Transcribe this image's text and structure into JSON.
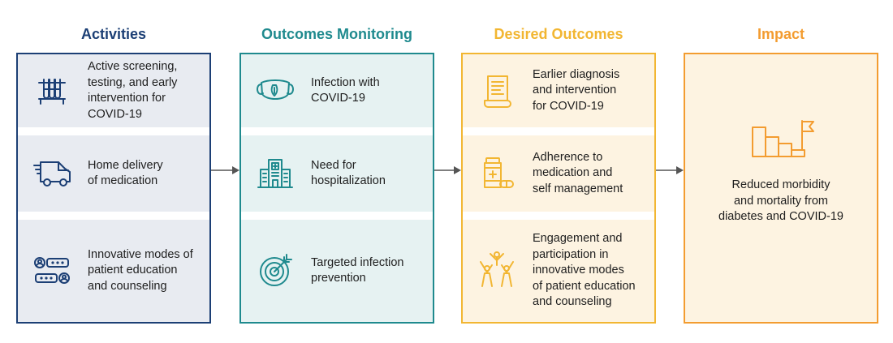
{
  "columns": [
    {
      "title": "Activities",
      "color": "#1c3f75",
      "items": [
        {
          "icon": "test-tubes-icon",
          "text": "Active screening,\ntesting, and early\nintervention for\nCOVID-19"
        },
        {
          "icon": "delivery-truck-icon",
          "text": "Home delivery\nof medication"
        },
        {
          "icon": "patient-chat-icon",
          "text": "Innovative modes of\npatient education\nand counseling"
        }
      ]
    },
    {
      "title": "Outcomes Monitoring",
      "color": "#1f8a8e",
      "items": [
        {
          "icon": "face-mask-icon",
          "text": "Infection with\nCOVID-19"
        },
        {
          "icon": "hospital-icon",
          "text": "Need for\nhospitalization"
        },
        {
          "icon": "target-icon",
          "text": "Targeted infection\nprevention"
        }
      ]
    },
    {
      "title": "Desired Outcomes",
      "color": "#f2b632",
      "items": [
        {
          "icon": "document-scroll-icon",
          "text": "Earlier diagnosis\nand intervention\nfor COVID-19"
        },
        {
          "icon": "medicine-bottle-icon",
          "text": "Adherence to\nmedication and\nself management"
        },
        {
          "icon": "cheering-people-icon",
          "text": "Engagement and\nparticipation in\ninnovative modes\nof patient education\nand counseling"
        }
      ]
    },
    {
      "title": "Impact",
      "color": "#f39c30",
      "icon": "bar-chart-flag-icon",
      "text": "Reduced morbidity\nand mortality from\ndiabetes and COVID-19"
    }
  ]
}
